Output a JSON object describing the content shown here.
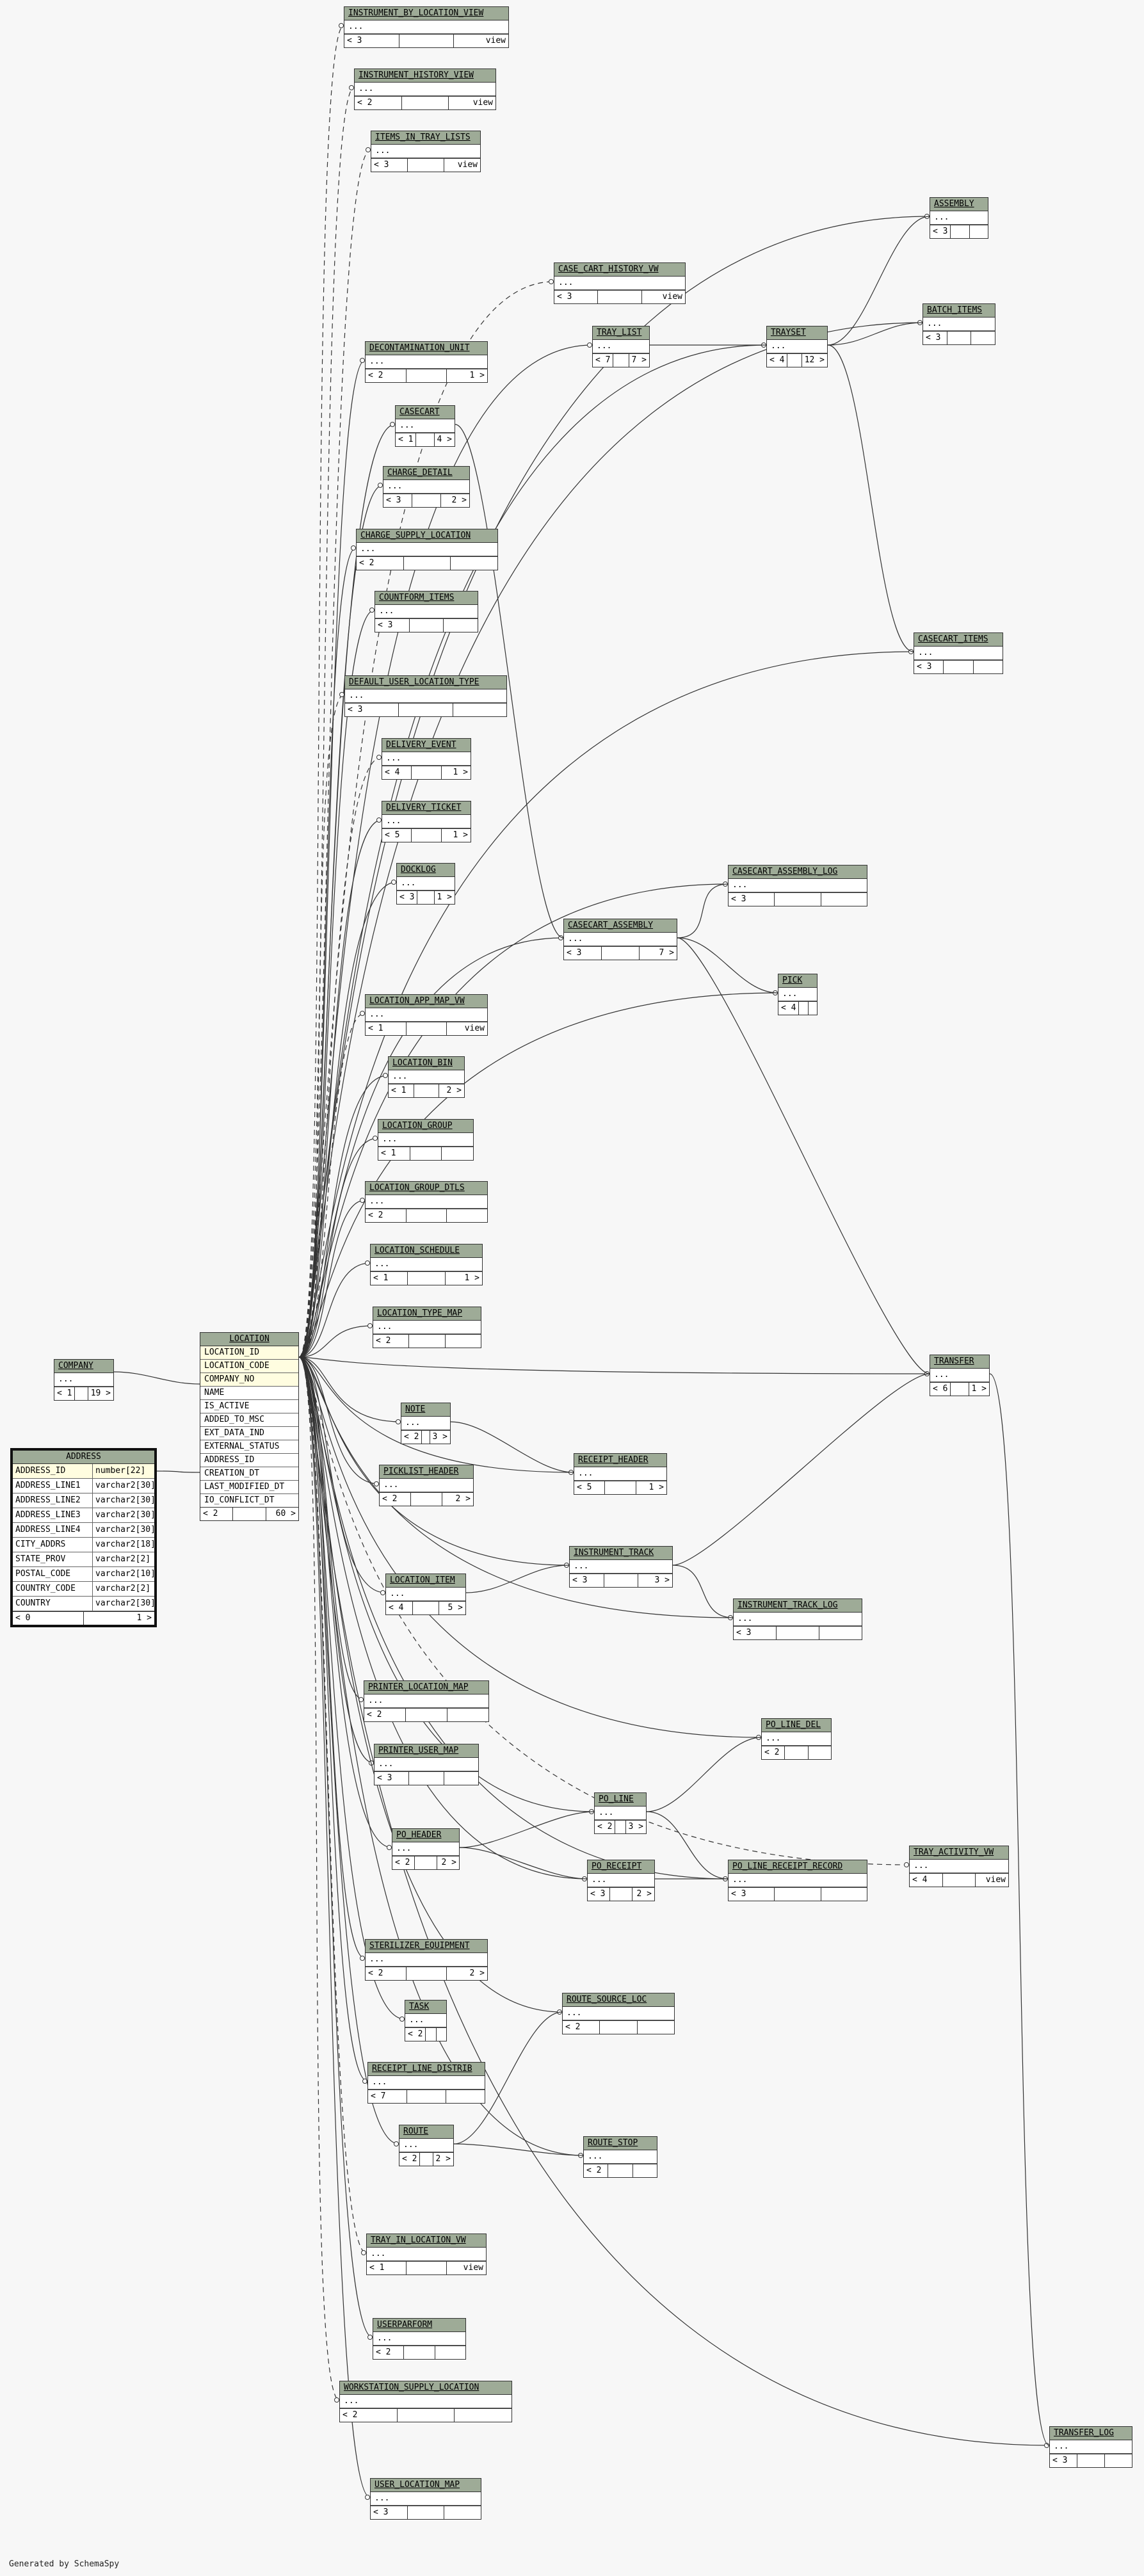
{
  "footer": "Generated by SchemaSpy",
  "colors": {
    "header": "#9eab97",
    "key_row": "#fffde0",
    "line": "#333333"
  },
  "address": {
    "title": "ADDRESS",
    "rows": [
      [
        "ADDRESS_ID",
        "number[22]"
      ],
      [
        "ADDRESS_LINE1",
        "varchar2[30]"
      ],
      [
        "ADDRESS_LINE2",
        "varchar2[30]"
      ],
      [
        "ADDRESS_LINE3",
        "varchar2[30]"
      ],
      [
        "ADDRESS_LINE4",
        "varchar2[30]"
      ],
      [
        "CITY_ADDRS",
        "varchar2[18]"
      ],
      [
        "STATE_PROV",
        "varchar2[2]"
      ],
      [
        "POSTAL_CODE",
        "varchar2[10]"
      ],
      [
        "COUNTRY_CODE",
        "varchar2[2]"
      ],
      [
        "COUNTRY",
        "varchar2[30]"
      ]
    ],
    "foot": [
      "< 0",
      "1 >"
    ]
  },
  "location": {
    "title": "LOCATION",
    "key_rows": [
      "LOCATION_ID",
      "LOCATION_CODE",
      "COMPANY_NO"
    ],
    "rows": [
      "NAME",
      "IS_ACTIVE",
      "ADDED_TO_MSC",
      "EXT_DATA_IND",
      "EXTERNAL_STATUS",
      "ADDRESS_ID",
      "CREATION_DT",
      "LAST_MODIFIED_DT",
      "IO_CONFLICT_DT"
    ],
    "foot": [
      "< 2",
      "",
      "60 >"
    ]
  },
  "tables": [
    {
      "name": "INSTRUMENT_BY_LOCATION_VIEW",
      "foot": [
        "< 3",
        "",
        "view"
      ]
    },
    {
      "name": "INSTRUMENT_HISTORY_VIEW",
      "foot": [
        "< 2",
        "",
        "view"
      ]
    },
    {
      "name": "ITEMS_IN_TRAY_LISTS",
      "foot": [
        "< 3",
        "",
        "view"
      ]
    },
    {
      "name": "ASSEMBLY",
      "foot": [
        "< 3",
        "",
        ""
      ]
    },
    {
      "name": "CASE_CART_HISTORY_VW",
      "foot": [
        "< 3",
        "",
        "view"
      ]
    },
    {
      "name": "BATCH_ITEMS",
      "foot": [
        "< 3",
        "",
        ""
      ]
    },
    {
      "name": "TRAYSET",
      "foot": [
        "< 4",
        "",
        "12 >"
      ]
    },
    {
      "name": "TRAY_LIST",
      "foot": [
        "< 7",
        "",
        "7 >"
      ]
    },
    {
      "name": "DECONTAMINATION_UNIT",
      "foot": [
        "< 2",
        "",
        "1 >"
      ]
    },
    {
      "name": "CASECART",
      "foot": [
        "< 1",
        "",
        "4 >"
      ]
    },
    {
      "name": "CHARGE_DETAIL",
      "foot": [
        "< 3",
        "",
        "2 >"
      ]
    },
    {
      "name": "CHARGE_SUPPLY_LOCATION",
      "foot": [
        "< 2",
        "",
        ""
      ]
    },
    {
      "name": "COUNTFORM_ITEMS",
      "foot": [
        "< 3",
        "",
        ""
      ]
    },
    {
      "name": "CASECART_ITEMS",
      "foot": [
        "< 3",
        "",
        ""
      ]
    },
    {
      "name": "DEFAULT_USER_LOCATION_TYPE",
      "foot": [
        "< 3",
        "",
        ""
      ]
    },
    {
      "name": "DELIVERY_EVENT",
      "foot": [
        "< 4",
        "",
        "1 >"
      ]
    },
    {
      "name": "DELIVERY_TICKET",
      "foot": [
        "< 5",
        "",
        "1 >"
      ]
    },
    {
      "name": "DOCKLOG",
      "foot": [
        "< 3",
        "",
        "1 >"
      ]
    },
    {
      "name": "CASECART_ASSEMBLY_LOG",
      "foot": [
        "< 3",
        "",
        ""
      ]
    },
    {
      "name": "CASECART_ASSEMBLY",
      "foot": [
        "< 3",
        "",
        "7 >"
      ]
    },
    {
      "name": "PICK",
      "foot": [
        "< 4",
        "",
        ""
      ]
    },
    {
      "name": "LOCATION_APP_MAP_VW",
      "foot": [
        "< 1",
        "",
        "view"
      ]
    },
    {
      "name": "LOCATION_BIN",
      "foot": [
        "< 1",
        "",
        "2 >"
      ]
    },
    {
      "name": "LOCATION_GROUP",
      "foot": [
        "< 1",
        "",
        ""
      ]
    },
    {
      "name": "LOCATION_GROUP_DTLS",
      "foot": [
        "< 2",
        "",
        ""
      ]
    },
    {
      "name": "LOCATION_SCHEDULE",
      "foot": [
        "< 1",
        "",
        "1 >"
      ]
    },
    {
      "name": "LOCATION_TYPE_MAP",
      "foot": [
        "< 2",
        "",
        ""
      ]
    },
    {
      "name": "COMPANY",
      "foot": [
        "< 1",
        "",
        "19 >"
      ]
    },
    {
      "name": "TRANSFER",
      "foot": [
        "< 6",
        "",
        "1 >"
      ]
    },
    {
      "name": "NOTE",
      "foot": [
        "< 2",
        "",
        "3 >"
      ]
    },
    {
      "name": "RECEIPT_HEADER",
      "foot": [
        "< 5",
        "",
        "1 >"
      ]
    },
    {
      "name": "PICKLIST_HEADER",
      "foot": [
        "< 2",
        "",
        "2 >"
      ]
    },
    {
      "name": "INSTRUMENT_TRACK",
      "foot": [
        "< 3",
        "",
        "3 >"
      ]
    },
    {
      "name": "LOCATION_ITEM",
      "foot": [
        "< 4",
        "",
        "5 >"
      ]
    },
    {
      "name": "INSTRUMENT_TRACK_LOG",
      "foot": [
        "< 3",
        "",
        ""
      ]
    },
    {
      "name": "PRINTER_LOCATION_MAP",
      "foot": [
        "< 2",
        "",
        ""
      ]
    },
    {
      "name": "PO_LINE_DEL",
      "foot": [
        "< 2",
        "",
        ""
      ]
    },
    {
      "name": "PRINTER_USER_MAP",
      "foot": [
        "< 3",
        "",
        ""
      ]
    },
    {
      "name": "PO_LINE",
      "foot": [
        "< 2",
        "",
        "3 >"
      ]
    },
    {
      "name": "PO_HEADER",
      "foot": [
        "< 2",
        "",
        "2 >"
      ]
    },
    {
      "name": "PO_RECEIPT",
      "foot": [
        "< 3",
        "",
        "2 >"
      ]
    },
    {
      "name": "PO_LINE_RECEIPT_RECORD",
      "foot": [
        "< 3",
        "",
        ""
      ]
    },
    {
      "name": "TRAY_ACTIVITY_VW",
      "foot": [
        "< 4",
        "",
        "view"
      ]
    },
    {
      "name": "STERILIZER_EQUIPMENT",
      "foot": [
        "< 2",
        "",
        "2 >"
      ]
    },
    {
      "name": "TASK",
      "foot": [
        "< 2",
        "",
        ""
      ]
    },
    {
      "name": "ROUTE_SOURCE_LOC",
      "foot": [
        "< 2",
        "",
        ""
      ]
    },
    {
      "name": "RECEIPT_LINE_DISTRIB",
      "foot": [
        "< 7",
        "",
        ""
      ]
    },
    {
      "name": "ROUTE",
      "foot": [
        "< 2",
        "",
        "2 >"
      ]
    },
    {
      "name": "ROUTE_STOP",
      "foot": [
        "< 2",
        "",
        ""
      ]
    },
    {
      "name": "TRAY_IN_LOCATION_VW",
      "foot": [
        "< 1",
        "",
        "view"
      ]
    },
    {
      "name": "USERPARFORM",
      "foot": [
        "< 2",
        "",
        ""
      ]
    },
    {
      "name": "WORKSTATION_SUPPLY_LOCATION",
      "foot": [
        "< 2",
        "",
        ""
      ]
    },
    {
      "name": "TRANSFER_LOG",
      "foot": [
        "< 3",
        "",
        ""
      ]
    },
    {
      "name": "USER_LOCATION_MAP",
      "foot": [
        "< 3",
        "",
        ""
      ]
    }
  ],
  "row_placeholder": "..."
}
